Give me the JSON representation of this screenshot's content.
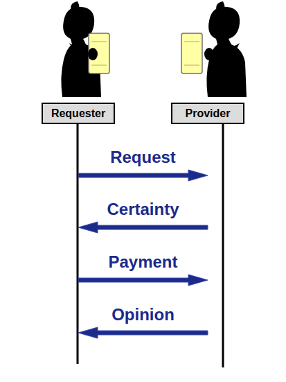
{
  "diagram": {
    "nodes": [
      {
        "text": [
          "Requester"
        ]
      },
      {
        "text": [
          "Provider"
        ]
      }
    ],
    "edges": [
      {
        "from": 0,
        "to": 1,
        "label": "Request",
        "arrow": "to"
      },
      {
        "from": 1,
        "to": 0,
        "label": "Certainty",
        "arrow": "to"
      },
      {
        "from": 0,
        "to": 1,
        "label": "Payment",
        "arrow": "to"
      },
      {
        "from": 1,
        "to": 0,
        "label": "Opinion",
        "arrow": "to"
      }
    ]
  }
}
